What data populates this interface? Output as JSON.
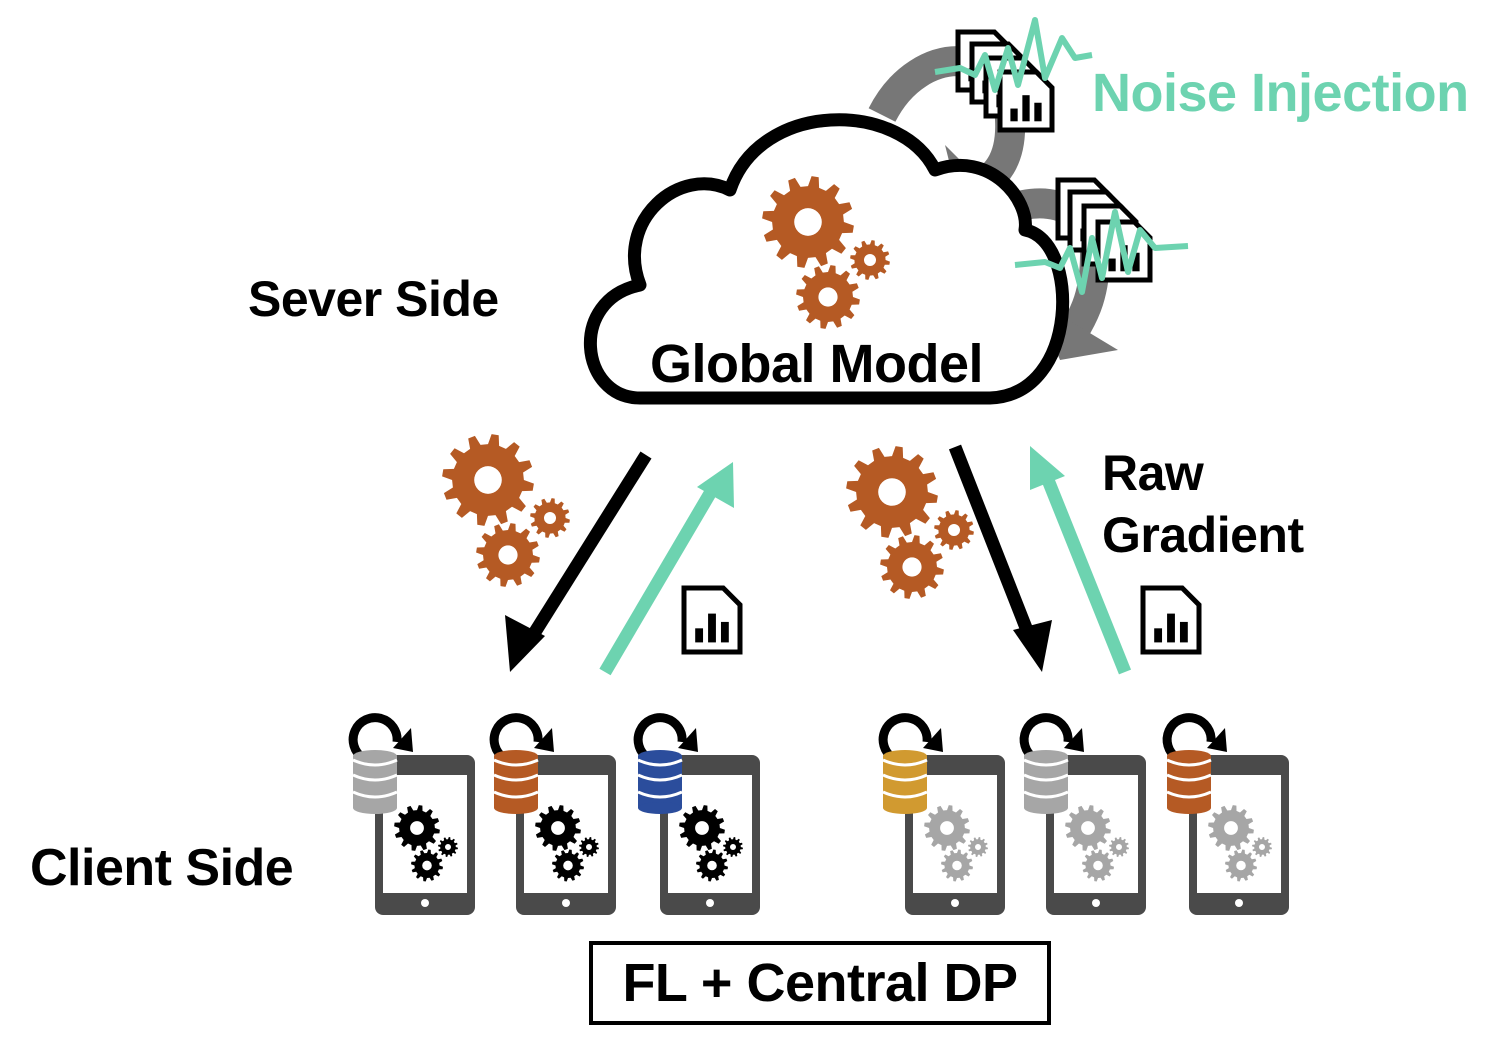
{
  "labels": {
    "server_side": "Sever Side",
    "client_side": "Client Side",
    "global_model": "Global Model",
    "noise_injection": "Noise Injection",
    "raw_gradient": [
      "Raw",
      "Gradient"
    ],
    "scheme": "FL + Central DP"
  },
  "colors": {
    "gear_orange": "#b55a24",
    "noise_teal": "#6dd3b0",
    "device_gray": "#4a4a4a",
    "loop_gray": "#777777",
    "client_gear_black": "#000000",
    "client_gear_gray": "#a6a6a6"
  },
  "clients": {
    "left_group": [
      {
        "db_color": "#a6a6a6",
        "gear_color": "#000000"
      },
      {
        "db_color": "#b55a24",
        "gear_color": "#000000"
      },
      {
        "db_color": "#2b4d9c",
        "gear_color": "#000000"
      }
    ],
    "right_group": [
      {
        "db_color": "#d19a30",
        "gear_color": "#a6a6a6"
      },
      {
        "db_color": "#a6a6a6",
        "gear_color": "#a6a6a6"
      },
      {
        "db_color": "#b55a24",
        "gear_color": "#a6a6a6"
      }
    ]
  },
  "icons": [
    "cloud-icon",
    "gear-icon",
    "document-chart-icon",
    "noise-wave-icon",
    "database-icon",
    "tablet-icon",
    "refresh-arrow-icon",
    "arrow-icon"
  ]
}
